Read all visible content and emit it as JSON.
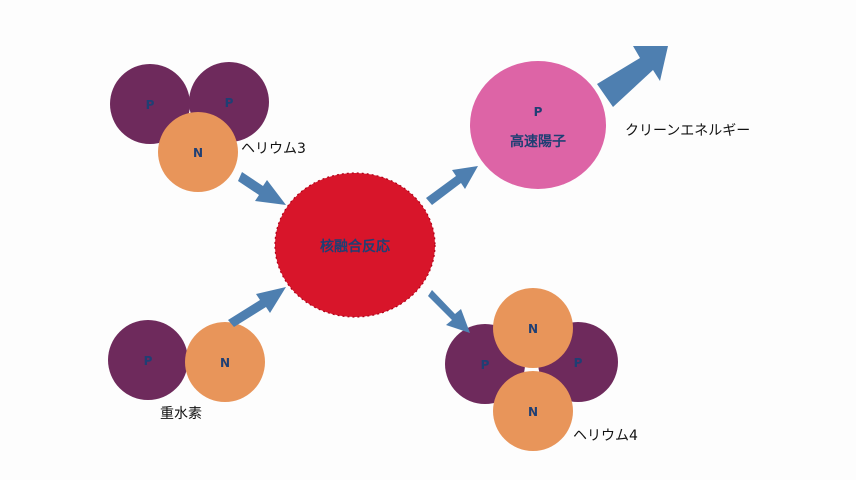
{
  "particles": {
    "proton": "P",
    "neutron": "N"
  },
  "labels": {
    "helium3": "ヘリウム3",
    "deuterium": "重水素",
    "fusion": "核融合反応",
    "fast_proton": "高速陽子",
    "clean_energy": "クリーンエネルギー",
    "helium4": "ヘリウム4"
  },
  "colors": {
    "proton": "#6e2a5c",
    "neutron": "#e8955a",
    "fusion": "#d8152a",
    "fast_proton": "#dd64a6",
    "arrow": "#4e7fb0",
    "label_text": "#1f3f74"
  }
}
